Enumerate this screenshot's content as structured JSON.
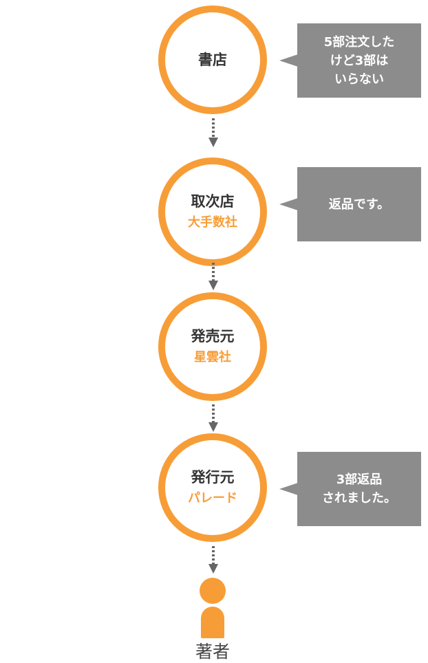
{
  "nodes": [
    {
      "title": "書店",
      "subtitle": ""
    },
    {
      "title": "取次店",
      "subtitle": "大手数社"
    },
    {
      "title": "発売元",
      "subtitle": "星雲社"
    },
    {
      "title": "発行元",
      "subtitle": "パレード"
    }
  ],
  "bubbles": [
    {
      "text": "5部注文した\nけど3部は\nいらない"
    },
    {
      "text": "返品です。"
    },
    {
      "text": "3部返品\nされました。"
    }
  ],
  "author": {
    "label": "著者",
    "icon": "person-icon"
  },
  "colors": {
    "accent": "#f79d37",
    "bubble": "#8c8c8c",
    "text": "#333333",
    "connector": "#666666"
  }
}
